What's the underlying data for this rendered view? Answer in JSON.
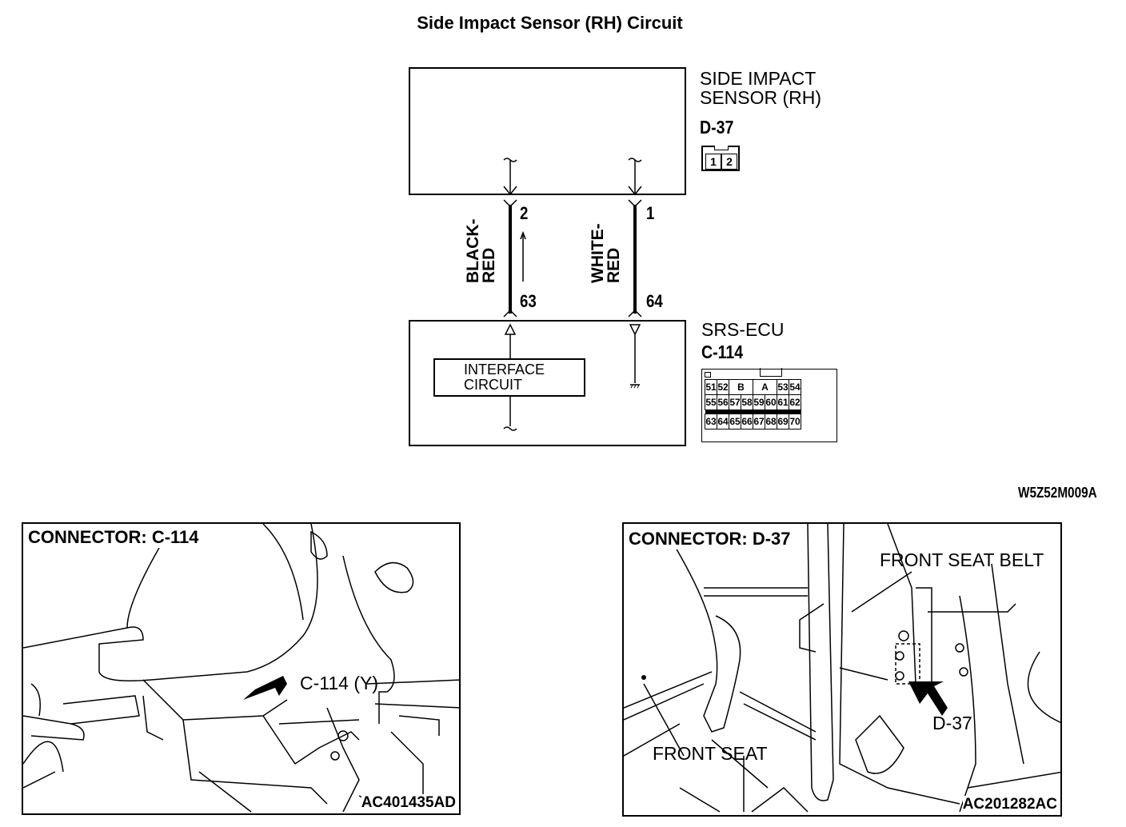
{
  "title": "Side Impact Sensor (RH) Circuit",
  "sensor": {
    "name_line1": "SIDE IMPACT",
    "name_line2": "SENSOR (RH)",
    "connector": "D-37",
    "pins": [
      "1",
      "2"
    ]
  },
  "wires": [
    {
      "color_line1": "BLACK-",
      "color_line2": "RED",
      "sensor_pin": "2",
      "ecu_pin": "63",
      "direction": "up"
    },
    {
      "color_line1": "WHITE-",
      "color_line2": "RED",
      "sensor_pin": "1",
      "ecu_pin": "64",
      "direction": "none"
    }
  ],
  "ecu": {
    "name": "SRS-ECU",
    "connector": "C-114",
    "interface_line1": "INTERFACE",
    "interface_line2": "CIRCUIT",
    "pin_rows": [
      [
        "51",
        "52",
        "B",
        "A",
        "53",
        "54"
      ],
      [
        "55",
        "56",
        "57",
        "58",
        "59",
        "60",
        "61",
        "62"
      ],
      [
        "63",
        "64",
        "65",
        "66",
        "67",
        "68",
        "69",
        "70"
      ]
    ]
  },
  "diagram_code": "W5Z52M009A",
  "panels": [
    {
      "title": "CONNECTOR: C-114",
      "callouts": [
        "C-114 (Y)"
      ],
      "figure_code": "AC401435AD"
    },
    {
      "title": "CONNECTOR: D-37",
      "callouts": [
        "FRONT SEAT BELT",
        "D-37",
        "FRONT SEAT"
      ],
      "figure_code": "AC201282AC"
    }
  ]
}
